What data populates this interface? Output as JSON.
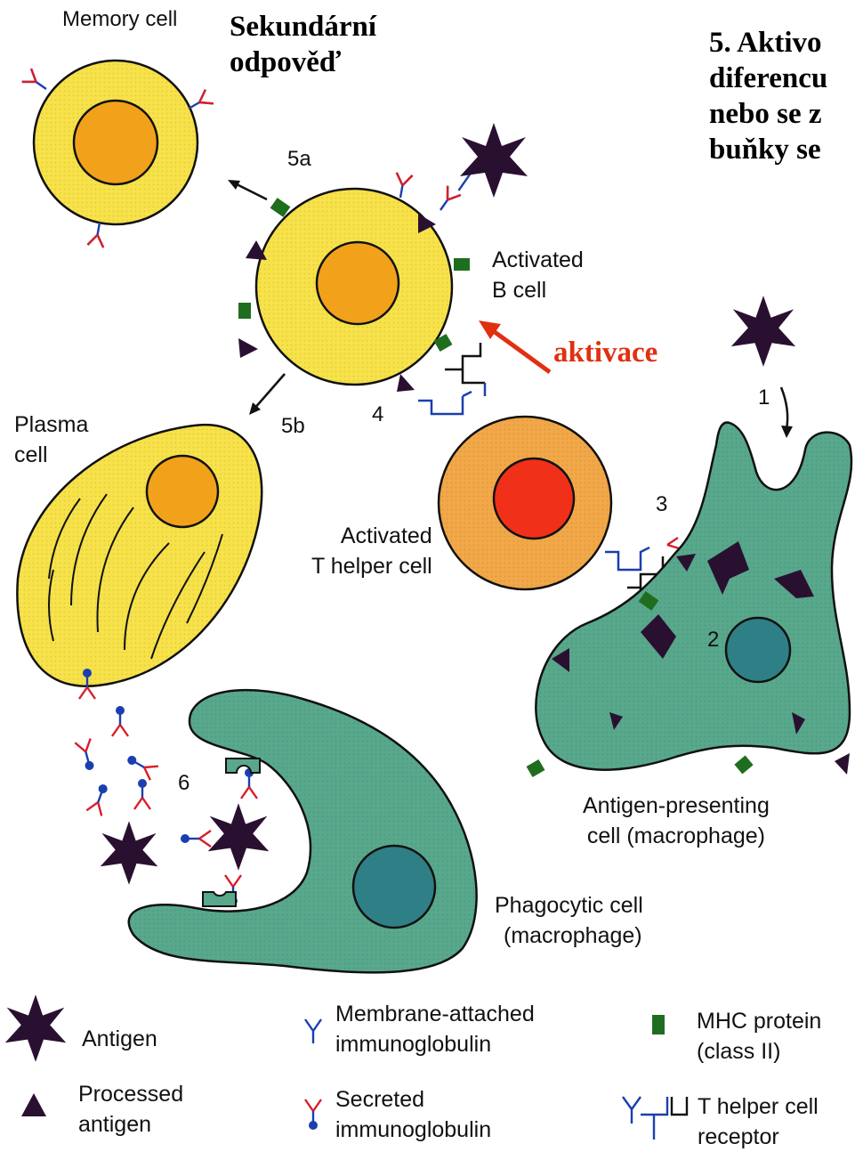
{
  "colors": {
    "cell_yellow": "#f7e24a",
    "nucleus_orange": "#f2a21a",
    "t_cell_orange": "#f2a848",
    "t_nucleus_red": "#f03018",
    "macrophage_green": "#58a88c",
    "macrophage_nucleus": "#2f7f86",
    "mhc_green": "#1f6e1f",
    "antigen_dark": "#2a1030",
    "membrane_ig_blue": "#1a3fb0",
    "secreted_ig_red": "#d81e2a",
    "highlight_red": "#e03010"
  },
  "titles": {
    "secondary_response": [
      "Sekundární",
      "odpověď"
    ],
    "step5_text": [
      "5. Aktivo",
      "diferencu",
      "nebo se z",
      "buňky se"
    ]
  },
  "cell_labels": {
    "memory_cell": "Memory cell",
    "activated_b_cell": [
      "Activated",
      "B cell"
    ],
    "plasma_cell": [
      "Plasma",
      "cell"
    ],
    "activated_t_helper": [
      "Activated",
      "T helper cell"
    ],
    "apc": [
      "Antigen-presenting",
      "cell (macrophage)"
    ],
    "phagocytic_cell": [
      "Phagocytic cell",
      "(macrophage)"
    ]
  },
  "annotation": {
    "activation": "aktivace"
  },
  "step_numbers": {
    "s1": "1",
    "s2": "2",
    "s3": "3",
    "s4": "4",
    "s5a": "5a",
    "s5b": "5b",
    "s6": "6"
  },
  "legend": {
    "antigen": "Antigen",
    "processed_antigen": [
      "Processed",
      "antigen"
    ],
    "membrane_ig": [
      "Membrane-attached",
      "immunoglobulin"
    ],
    "secreted_ig": [
      "Secreted",
      "immunoglobulin"
    ],
    "mhc_protein": [
      "MHC protein",
      "(class II)"
    ],
    "t_helper_receptor": [
      "T helper cell",
      "receptor"
    ],
    "icons": [
      "antigen-star-icon",
      "processed-antigen-triangle-icon",
      "membrane-ig-y-icon",
      "secreted-ig-y-icon",
      "mhc-square-icon",
      "tcr-receptor-icon"
    ]
  }
}
